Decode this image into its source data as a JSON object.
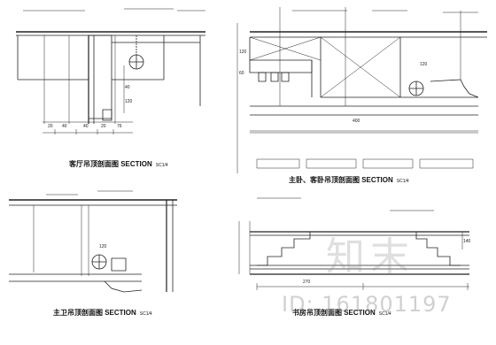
{
  "titles": {
    "tl": "客厅吊顶剖面图 SECTION",
    "tl_scale": "SC1/4",
    "tr": "主卧、客卧吊顶剖面图 SECTION",
    "tr_scale": "SC1/4",
    "bl": "主卫吊顶剖面图 SECTION",
    "bl_scale": "SC1/4",
    "br": "书房吊顶剖面图 SECTION",
    "br_scale": "SC1/4"
  },
  "dims": {
    "tl_bottom": [
      "20",
      "40",
      "40",
      "20",
      "76"
    ],
    "tl_side": [
      "40",
      "120"
    ],
    "tr_side": [
      "120",
      "60"
    ],
    "tr_mid": [
      "120",
      "400"
    ],
    "bl_mid": [
      "120"
    ],
    "br_bottom": [
      "270"
    ],
    "br_side": [
      "140"
    ]
  },
  "watermark": {
    "logo_text": "知末",
    "id_text": "ID: 161801197"
  }
}
